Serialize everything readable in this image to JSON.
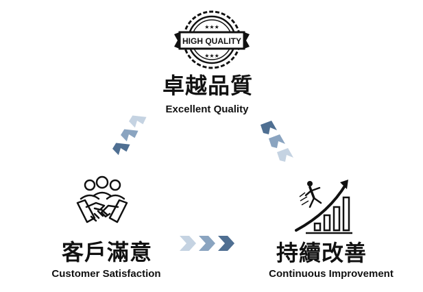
{
  "badge": {
    "text": "HIGH QUALITY",
    "stars_top": "★★★",
    "stars_bottom": "★★★"
  },
  "nodes": {
    "quality": {
      "title_zh": "卓越品質",
      "title_en": "Excellent Quality",
      "icon": "high-quality-badge-icon"
    },
    "customer": {
      "title_zh": "客戶滿意",
      "title_en": "Customer Satisfaction",
      "icon": "handshake-team-icon"
    },
    "improvement": {
      "title_zh": "持續改善",
      "title_en": "Continuous Improvement",
      "icon": "growth-chart-climber-icon"
    }
  },
  "colors": {
    "text": "#111111",
    "arrow_dark": "#4f6f92",
    "arrow_mid": "#8aa4c0",
    "arrow_light": "#c5d3e2"
  }
}
